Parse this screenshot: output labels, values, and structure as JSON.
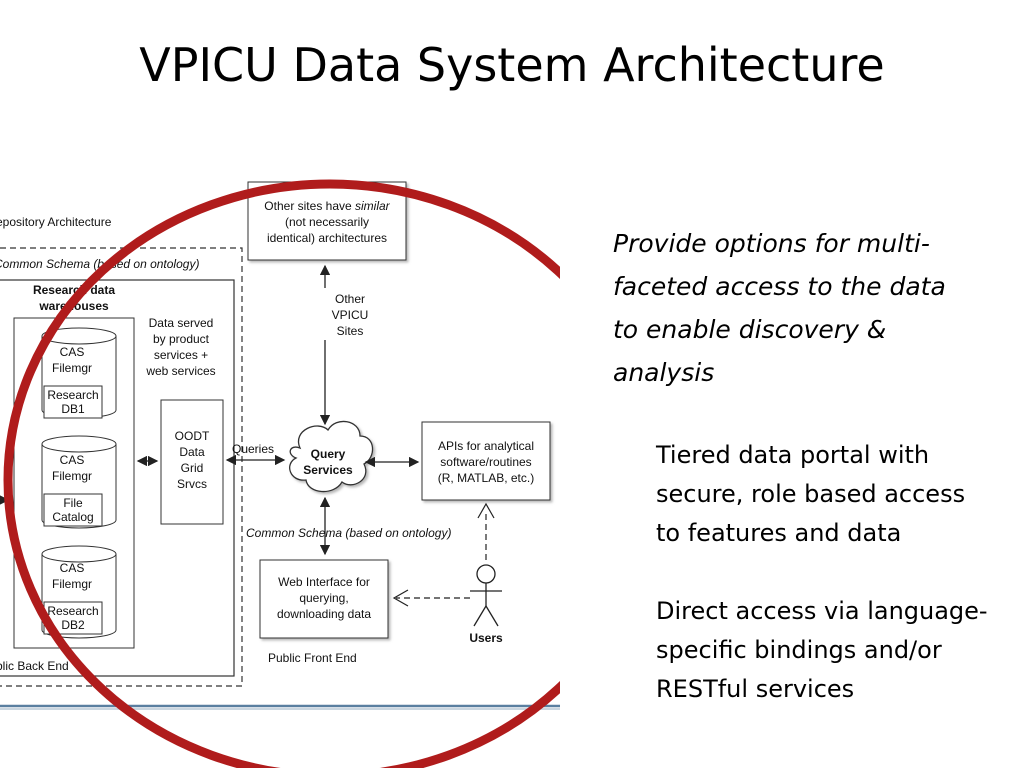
{
  "slide": {
    "title": "VPICU Data System Architecture"
  },
  "diagram": {
    "repository_title": "epository Architecture",
    "common_schema_top": "Common Schema (based on ontology)",
    "research_header": [
      "Research data",
      "warehouses"
    ],
    "cas_filemgr": [
      "CAS",
      "Filemgr"
    ],
    "research_db1": [
      "Research",
      "DB1"
    ],
    "file_catalog": [
      "File",
      "Catalog"
    ],
    "research_db2": [
      "Research",
      "DB2"
    ],
    "data_served": [
      "Data served",
      "by product",
      "services +",
      "web services"
    ],
    "oodt": [
      "OODT",
      "Data",
      "Grid",
      "Srvcs"
    ],
    "queries": "Queries",
    "query_services": [
      "Query",
      "Services"
    ],
    "other_sites_box": [
      "Other sites have similar",
      "(not necessarily",
      "identical) architectures"
    ],
    "other_vpicu": [
      "Other",
      "VPICU",
      "Sites"
    ],
    "apis": [
      "APIs for analytical",
      "software/routines",
      "(R, MATLAB, etc.)"
    ],
    "common_schema_bottom": "Common Schema (based on ontology)",
    "web_interface": [
      "Web Interface for",
      "querying,",
      "downloading data"
    ],
    "users": "Users",
    "public_front_end": "Public Front End",
    "public_back_end": "blic Back End"
  },
  "content": {
    "lead": "Provide options for multi-faceted access to the data to enable discovery & analysis",
    "lead_lines": [
      "Provide options for multi-",
      "faceted access to the data",
      "to enable discovery &",
      "analysis"
    ],
    "point1_lines": [
      "Tiered data portal with",
      "secure, role based access",
      "to features and data"
    ],
    "point2_lines": [
      "Direct access via language-",
      "specific bindings and/or",
      "RESTful services"
    ]
  },
  "colors": {
    "highlight_circle": "#b01c1c",
    "divider": "#5a7fa0"
  }
}
